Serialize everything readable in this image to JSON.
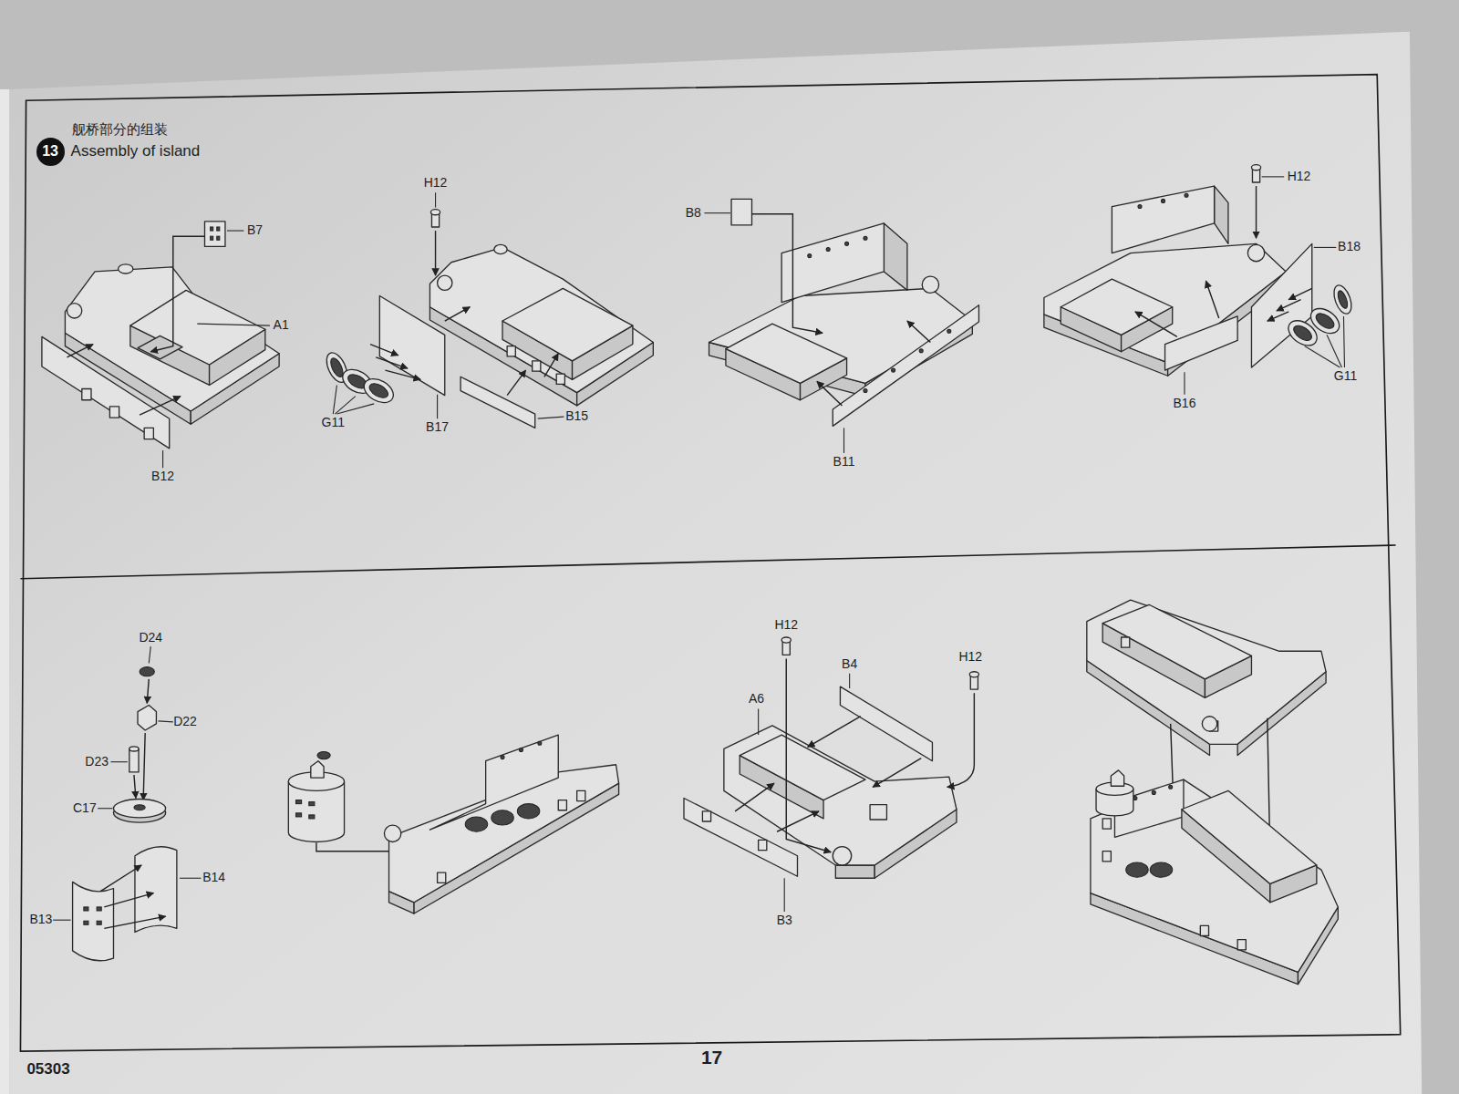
{
  "diagram": {
    "title": "Assembly of island",
    "nodes": [
      {
        "text": [
          "13"
        ]
      }
    ],
    "labels": [
      "舰桥部分的组装",
      "B7",
      "A1",
      "B12",
      "H12",
      "G11",
      "B17",
      "B15",
      "B8",
      "B11",
      "H12",
      "B18",
      "G11",
      "B16",
      "D24",
      "D22",
      "D23",
      "C17",
      "B14",
      "B13",
      "H12",
      "B4",
      "A6",
      "H12",
      "B3",
      "17",
      "05303"
    ]
  }
}
